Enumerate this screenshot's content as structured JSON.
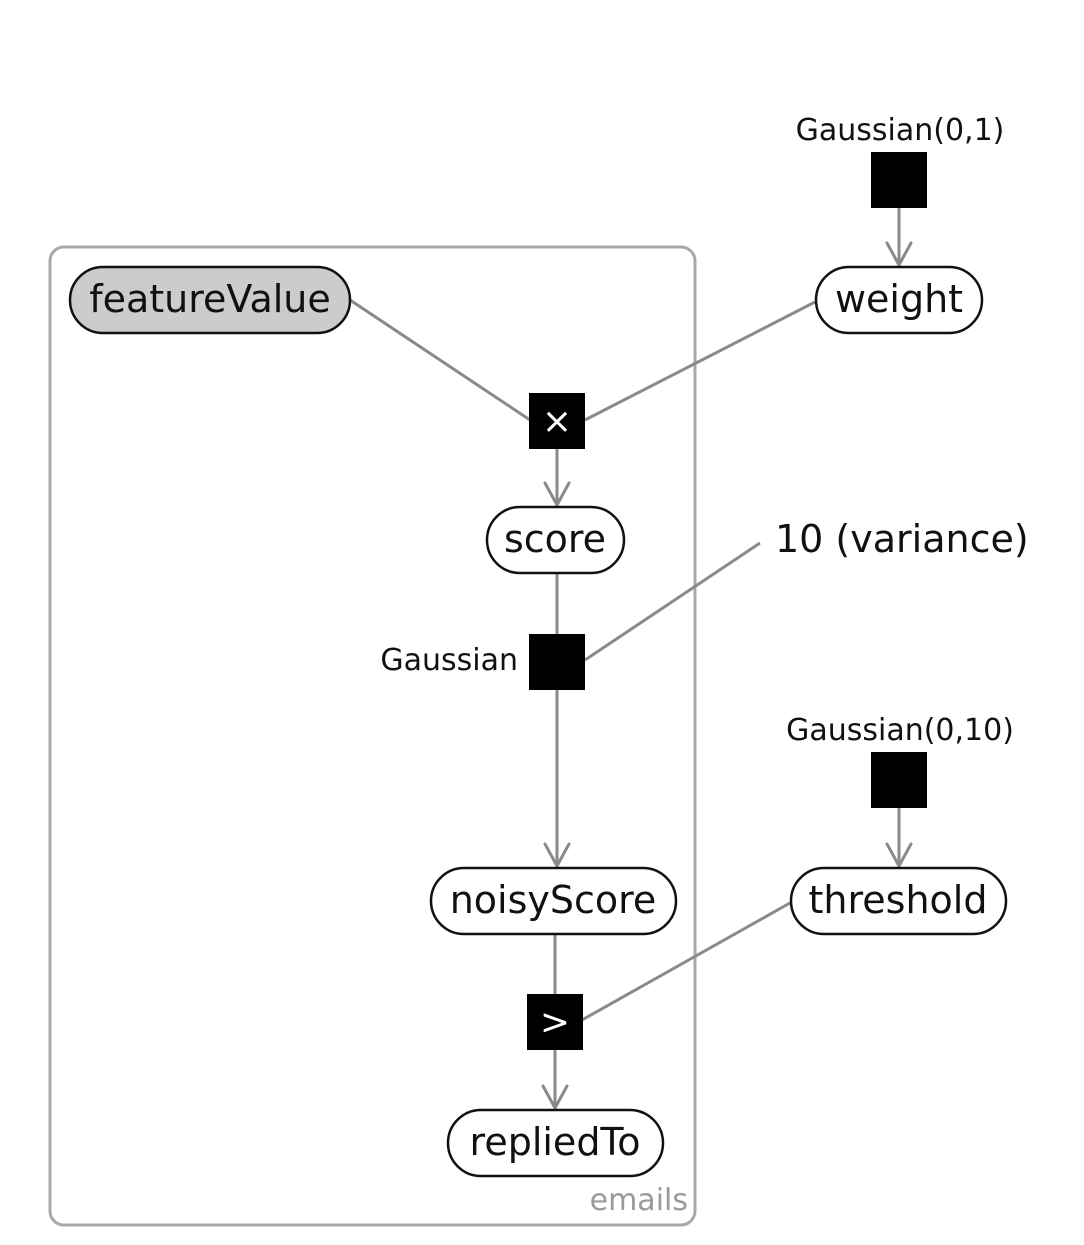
{
  "plate": {
    "label": "emails"
  },
  "nodes": {
    "featureValue": "featureValue",
    "weight": "weight",
    "score": "score",
    "noisyScore": "noisyScore",
    "threshold": "threshold",
    "repliedTo": "repliedTo"
  },
  "factors": {
    "weight_prior": "Gaussian(0,1)",
    "product_op": "×",
    "noise": "Gaussian",
    "threshold_prior": "Gaussian(0,10)",
    "compare_op": ">"
  },
  "constants": {
    "variance": "10 (variance)"
  },
  "colors": {
    "edge": "#8a8a8a",
    "plate": "#a8a8a8",
    "observed_fill": "#cccccc",
    "factor": "#000000"
  }
}
